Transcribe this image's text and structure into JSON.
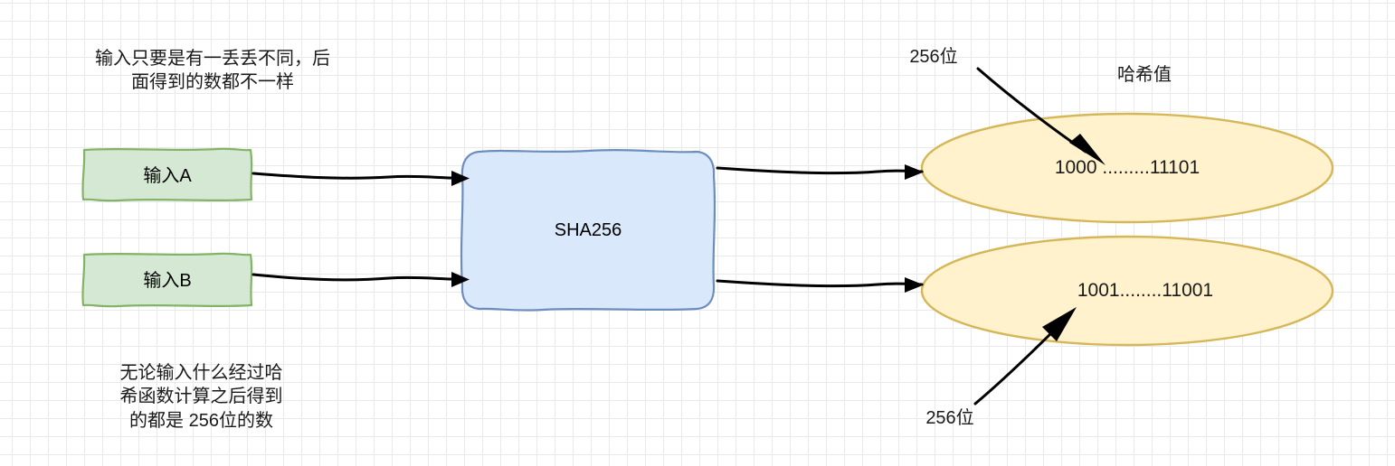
{
  "diagram": {
    "title": "SHA256 hash function diagram",
    "colors": {
      "green_fill": "#d5e8d4",
      "green_stroke": "#82b366",
      "blue_fill": "#dae8fc",
      "blue_stroke": "#6c8ebf",
      "yellow_fill": "#fff2cc",
      "yellow_stroke": "#d6b656",
      "arrow": "#000000",
      "grid_minor": "#e9e9e9",
      "grid_major": "#c6c6c6",
      "background": "#ffffff"
    }
  },
  "notes": {
    "top_left": "输入只要是有一丢丢不同，后\n面得到的数都不一样",
    "bottom_left": "无论输入什么经过哈\n希函数计算之后得到\n的都是 256位的数"
  },
  "inputs": [
    {
      "label": "输入A"
    },
    {
      "label": "输入B"
    }
  ],
  "process": {
    "label": "SHA256"
  },
  "outputs": [
    {
      "label": "1000 .........11101"
    },
    {
      "label": "1001........11001"
    }
  ],
  "annotations": {
    "hash_title": "哈希值",
    "bits_top": "256位",
    "bits_bottom": "256位"
  }
}
